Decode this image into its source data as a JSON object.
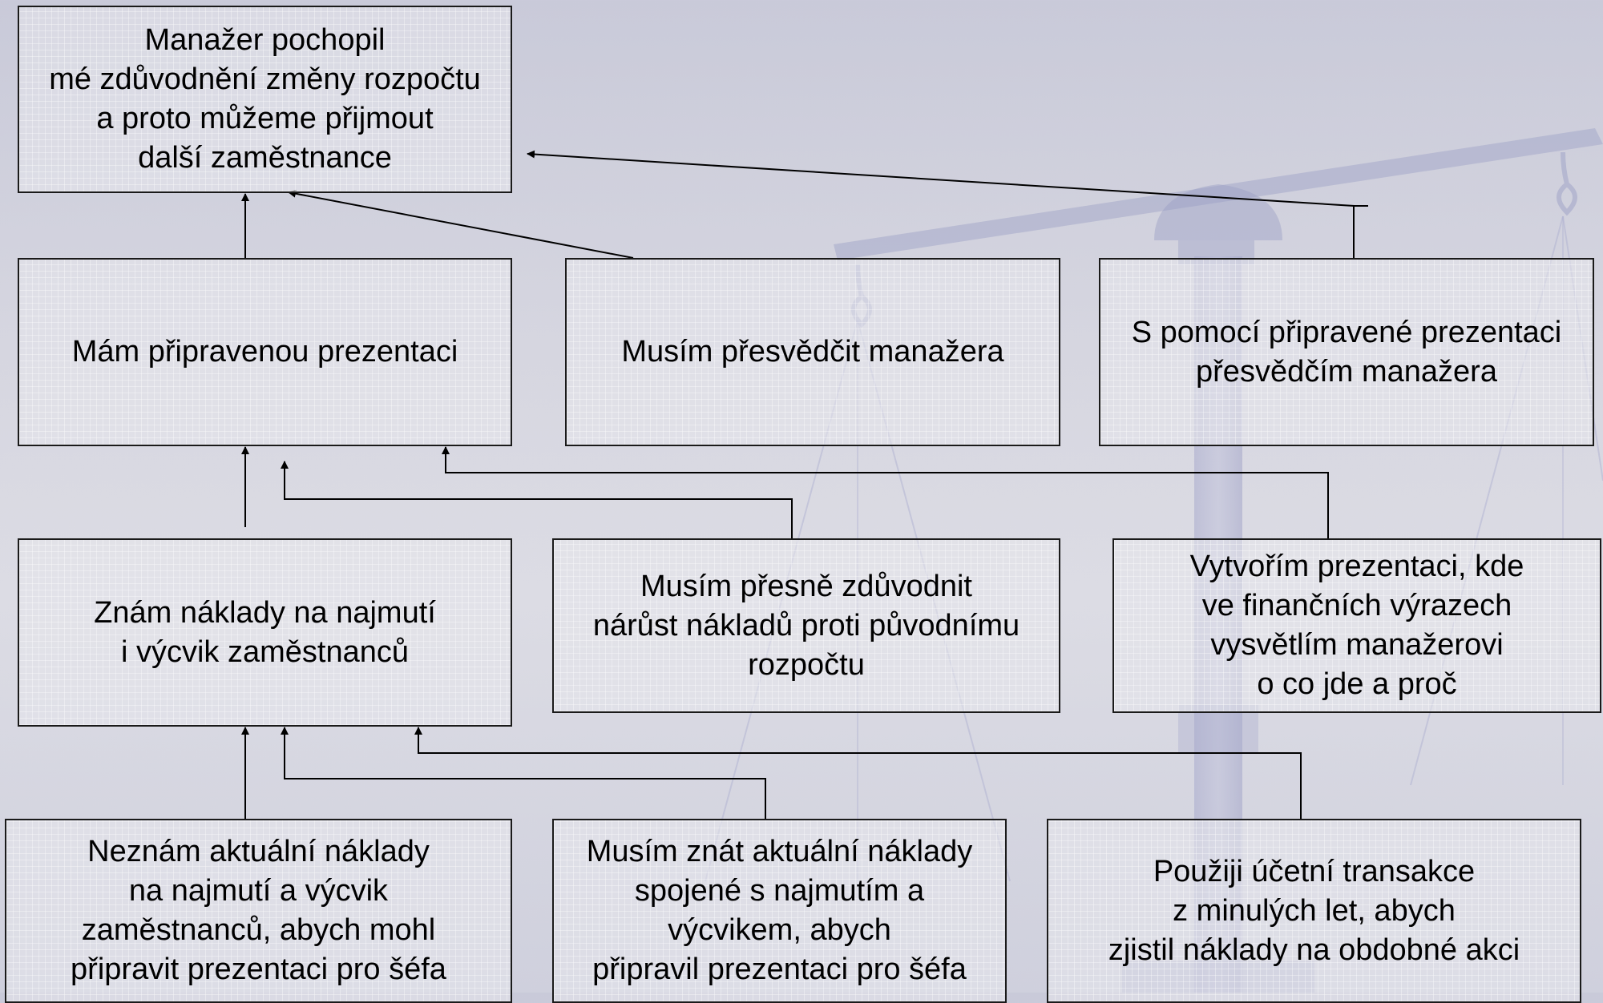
{
  "nodes": {
    "goal": "Manažer pochopil\nmé zdůvodnění změny rozpočtu\na proto můžeme přijmout\n další zaměstnance",
    "mid_left": "Mám připravenou prezentaci",
    "mid_center": "Musím přesvědčit manažera",
    "mid_right": "S pomocí připravené prezentaci\npřesvědčím manažera",
    "row3_left": "Znám náklady na najmutí\ni výcvik zaměstnanců",
    "row3_center": "Musím přesně zdůvodnit\nnárůst nákladů proti původnímu\nrozpočtu",
    "row3_right": "Vytvořím prezentaci, kde\nve finančních výrazech\nvysvětlím manažerovi\no co jde a proč",
    "bottom_left": "Neznám aktuální náklady\nna najmutí a výcvik\nzaměstnanců,  abych mohl\npřipravit prezentaci pro šéfa",
    "bottom_center": "Musím znát  aktuální náklady\nspojené s najmutím a\nvýcvikem, abych\npřipravil prezentaci pro šéfa",
    "bottom_right": "Použiji účetní transakce\nz minulých let, abych\nzjistil náklady na obdobné akci"
  },
  "colors": {
    "line": "#000000",
    "box_border": "#1a1a1a",
    "watermark": "#9c9fc6"
  }
}
